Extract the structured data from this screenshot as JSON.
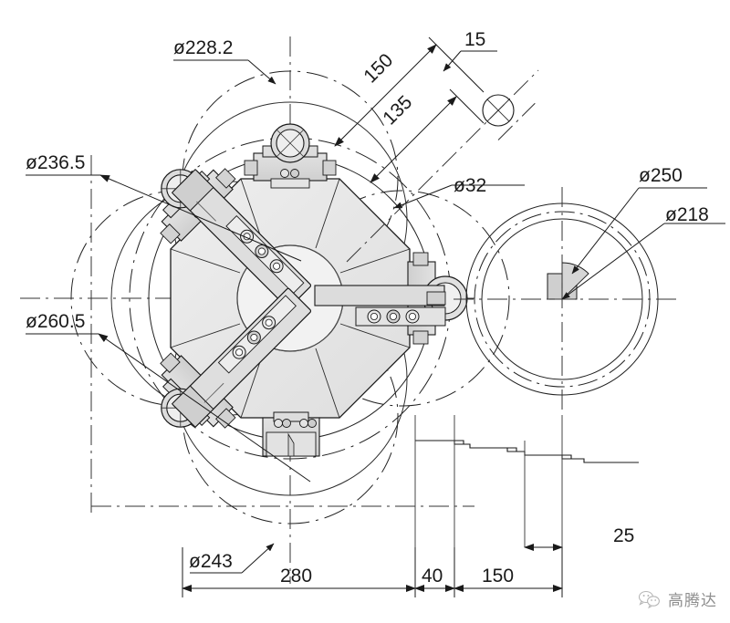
{
  "drawing": {
    "type": "engineering-drawing",
    "subject": "CNC lathe turret tool disc layout with swing envelopes",
    "units": "mm"
  },
  "dimensions": {
    "d228_2": "ø228.2",
    "d236_5": "ø236.5",
    "d260_5": "ø260.5",
    "d243": "ø243",
    "d32": "ø32",
    "d250": "ø250",
    "d218": "ø218",
    "len150_angular": "150",
    "len135_angular": "135",
    "len15": "15",
    "len280": "280",
    "len40": "40",
    "len150": "150",
    "len25": "25"
  },
  "watermark": {
    "text": "高腾达"
  },
  "palette": {
    "line": "#1a1a1a",
    "thin": "#444444",
    "fill_body": "#e9e9e9",
    "fill_block": "#d9d9d9",
    "fill_dark": "#c9c9c9",
    "background": "#ffffff"
  }
}
